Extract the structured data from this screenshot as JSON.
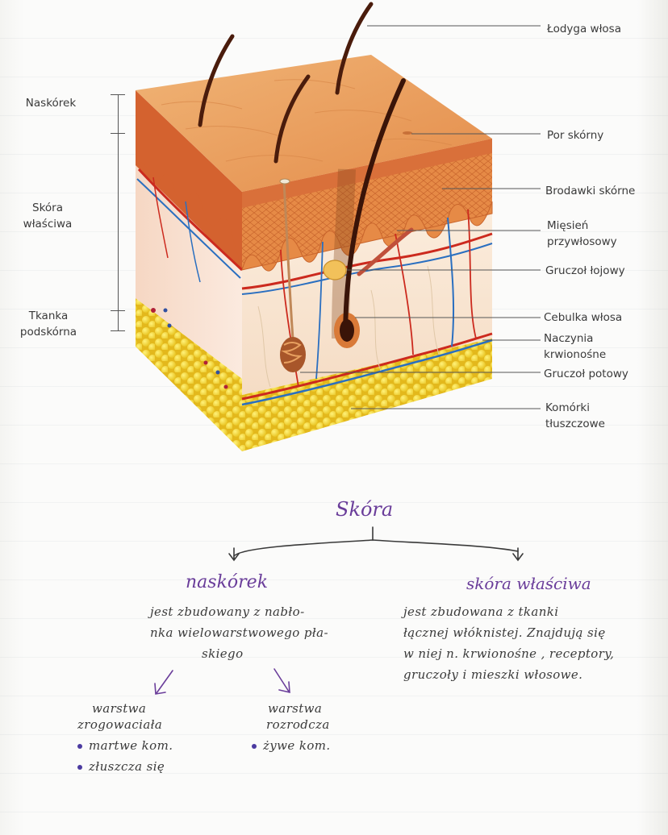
{
  "diagram": {
    "left_labels": {
      "epidermis": "Naskórek",
      "dermis_line1": "Skóra",
      "dermis_line2": "właściwa",
      "hypodermis_line1": "Tkanka",
      "hypodermis_line2": "podskórna"
    },
    "right_labels": {
      "hair_shaft": "Łodyga włosa",
      "pore": "Por skórny",
      "papillae": "Brodawki skórne",
      "muscle_line1": "Mięsień",
      "muscle_line2": "przywłosowy",
      "sebaceous": "Gruczoł łojowy",
      "bulb": "Cebulka włosa",
      "vessels_line1": "Naczynia",
      "vessels_line2": "krwionośne",
      "sweat": "Gruczoł potowy",
      "fat_line1": "Komórki",
      "fat_line2": "tłuszczowe"
    },
    "colors": {
      "surface": "#e9a55f",
      "epidermis": "#d9703a",
      "dermis": "#f7e3cf",
      "fat": "#f0d030",
      "artery": "#cc2a1e",
      "vein": "#2a6fc0",
      "hair": "#3a1408"
    }
  },
  "notes": {
    "title": "Skóra",
    "left_heading": "naskórek",
    "right_heading": "skóra właściwa",
    "left_text_line1": "jest zbudowany z nabło-",
    "left_text_line2": "nka wielowarstwowego pła-",
    "left_text_line3": "skiego",
    "right_text_line1": "jest zbudowana z tkanki",
    "right_text_line2": "łącznej włóknistej. Znajdują się",
    "right_text_line3": "w niej n. krwionośne , receptory,",
    "right_text_line4": "gruczoły i mieszki włosowe.",
    "sub_left_line1": "warstwa",
    "sub_left_line2": "zrogowaciała",
    "sub_left_bullet1": "martwe kom.",
    "sub_left_bullet2": "złuszcza się",
    "sub_right_line1": "warstwa",
    "sub_right_line2": "rozrodcza",
    "sub_right_bullet1": "żywe kom.",
    "ink_purple": "#6a3d9a",
    "ink_dark": "#3a3a3a"
  }
}
